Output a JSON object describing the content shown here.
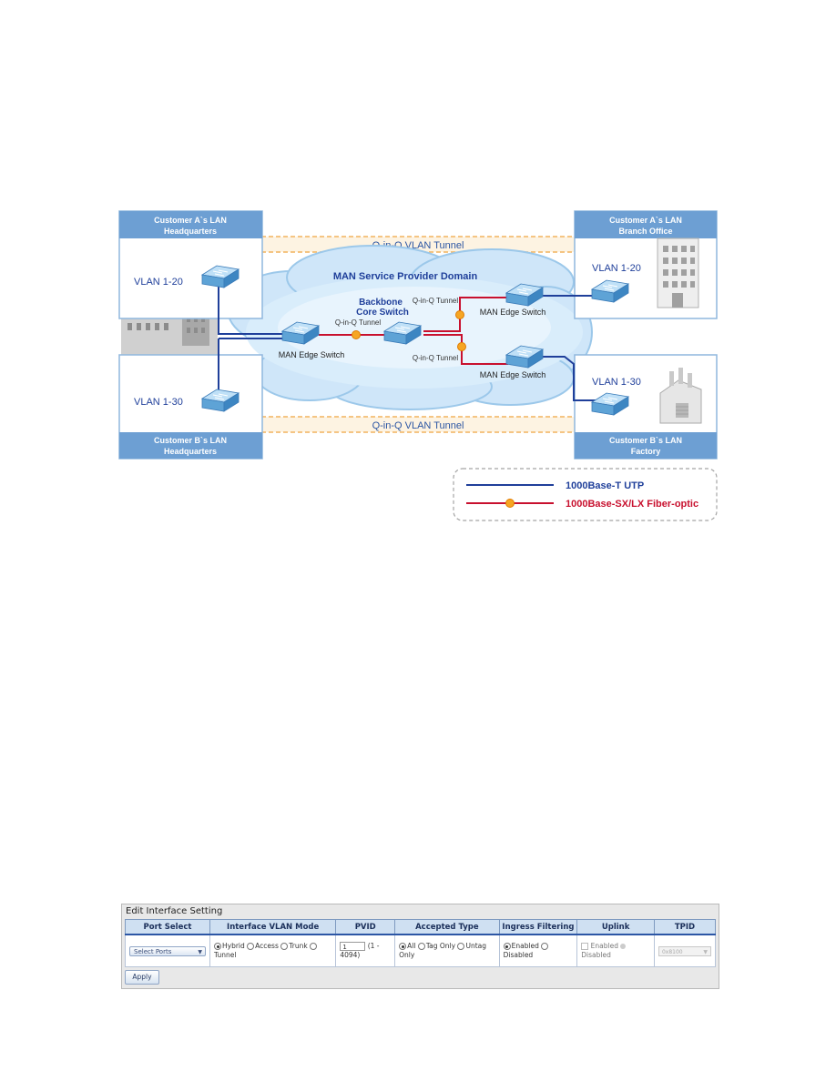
{
  "diagram": {
    "boxes": {
      "a_hq": {
        "title1": "Customer A`s LAN",
        "title2": "Headquarters",
        "vlan": "VLAN 1-20"
      },
      "b_hq": {
        "title1": "Customer B`s LAN",
        "title2": "Headquarters",
        "vlan": "VLAN 1-30"
      },
      "a_branch": {
        "title1": "Customer A`s LAN",
        "title2": "Branch Office",
        "vlan": "VLAN 1-20"
      },
      "b_factory": {
        "title1": "Customer B`s LAN",
        "title2": "Factory",
        "vlan": "VLAN 1-30"
      }
    },
    "tunnel_top": "Q-in-Q VLAN Tunnel",
    "tunnel_bottom": "Q-in-Q VLAN Tunnel",
    "domain_title": "MAN Service Provider Domain",
    "core_label1": "Backbone",
    "core_label2": "Core Switch",
    "labels": {
      "qinq_left": "Q-in-Q Tunnel",
      "qinq_top": "Q-in-Q Tunnel",
      "qinq_bottom": "Q-in-Q Tunnel",
      "edge_left": "MAN Edge Switch",
      "edge_top_right": "MAN Edge Switch",
      "edge_bottom_right": "MAN Edge Switch"
    },
    "legend": {
      "utp": "1000Base-T UTP",
      "fiber": "1000Base-SX/LX Fiber-optic"
    },
    "colors": {
      "utp": "#1f3f9a",
      "fiber": "#c8102e",
      "box_header": "#6d9fd3",
      "cloud": "#d2e8fa"
    }
  },
  "panel": {
    "title": "Edit Interface Setting",
    "headers": [
      "Port Select",
      "Interface VLAN Mode",
      "PVID",
      "Accepted Type",
      "Ingress Filtering",
      "Uplink",
      "TPID"
    ],
    "port_select": "Select Ports",
    "vlan_modes": [
      "Hybrid",
      "Access",
      "Trunk",
      "Tunnel"
    ],
    "pvid_value": "1",
    "pvid_range": "(1 - 4094)",
    "accepted_types": [
      "All",
      "Tag Only",
      "Untag Only"
    ],
    "ingress": [
      "Enabled",
      "Disabled"
    ],
    "uplink": [
      "Enabled",
      "Disabled"
    ],
    "tpid": "0x8100",
    "apply": "Apply"
  }
}
